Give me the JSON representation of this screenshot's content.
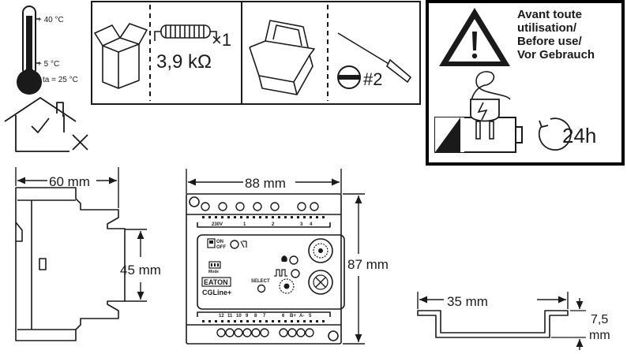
{
  "thermometer": {
    "max_temp": "+ 40 °C",
    "min_temp": "+ 5 °C",
    "ambient": "ta = 25 °C"
  },
  "package_box": {
    "resistor_qty": "×1",
    "resistor_value": "3,9 kΩ",
    "screwdriver_size": "#2"
  },
  "warning": {
    "lines": [
      "Avant toute",
      "utilisation/",
      "Before use/",
      "Vor Gebrauch"
    ],
    "charge_time": "24h"
  },
  "dimensions": {
    "side_width": "60 mm",
    "side_rail_height": "45 mm",
    "front_width": "88 mm",
    "front_height": "87 mm",
    "rail_width": "35 mm",
    "rail_depth_value": "7,5",
    "rail_depth_unit": "mm"
  },
  "device": {
    "power_label": "230V",
    "top_terminal_numbers": [
      "1",
      "2",
      "3",
      "4"
    ],
    "bottom_terminal_numbers": [
      "12",
      "11",
      "10",
      "9",
      "8",
      "7",
      "6",
      "B+",
      "A-",
      "5"
    ],
    "switch_on": "ON",
    "switch_off": "OFF",
    "mode_label": "Mode",
    "select_label": "SELECT",
    "brand": "EATON",
    "product": "CGLine+"
  },
  "colors": {
    "ink": "#1a1a1a",
    "panel": "#ffffff",
    "frame": "#000000"
  }
}
